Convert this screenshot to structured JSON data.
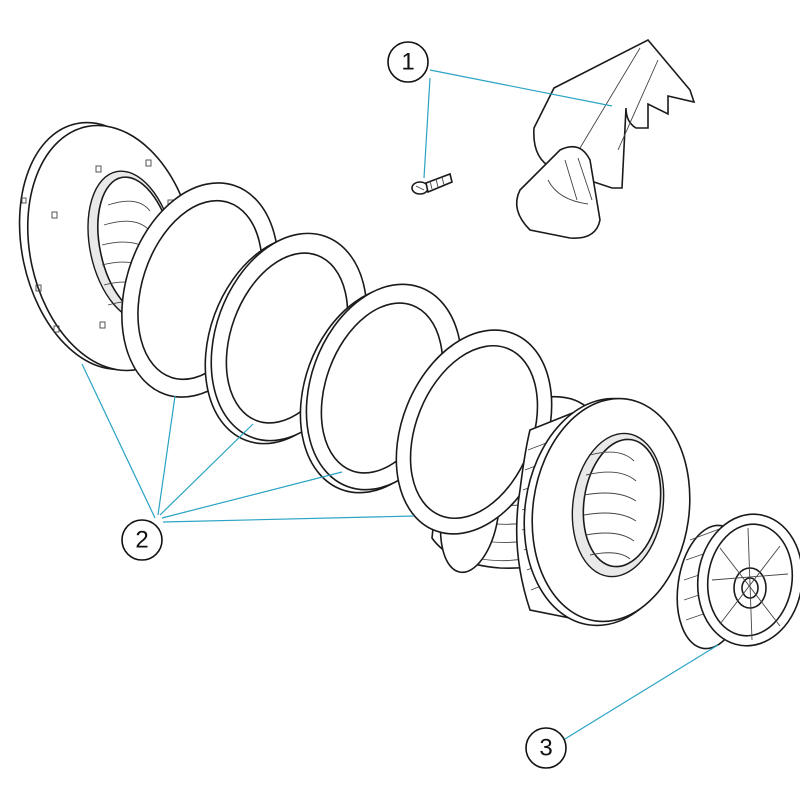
{
  "callouts": [
    {
      "id": "1",
      "label": "1"
    },
    {
      "id": "2",
      "label": "2"
    },
    {
      "id": "3",
      "label": "3"
    }
  ],
  "colors": {
    "leader": "#2aa3c4",
    "outline": "#1a1a1a"
  }
}
